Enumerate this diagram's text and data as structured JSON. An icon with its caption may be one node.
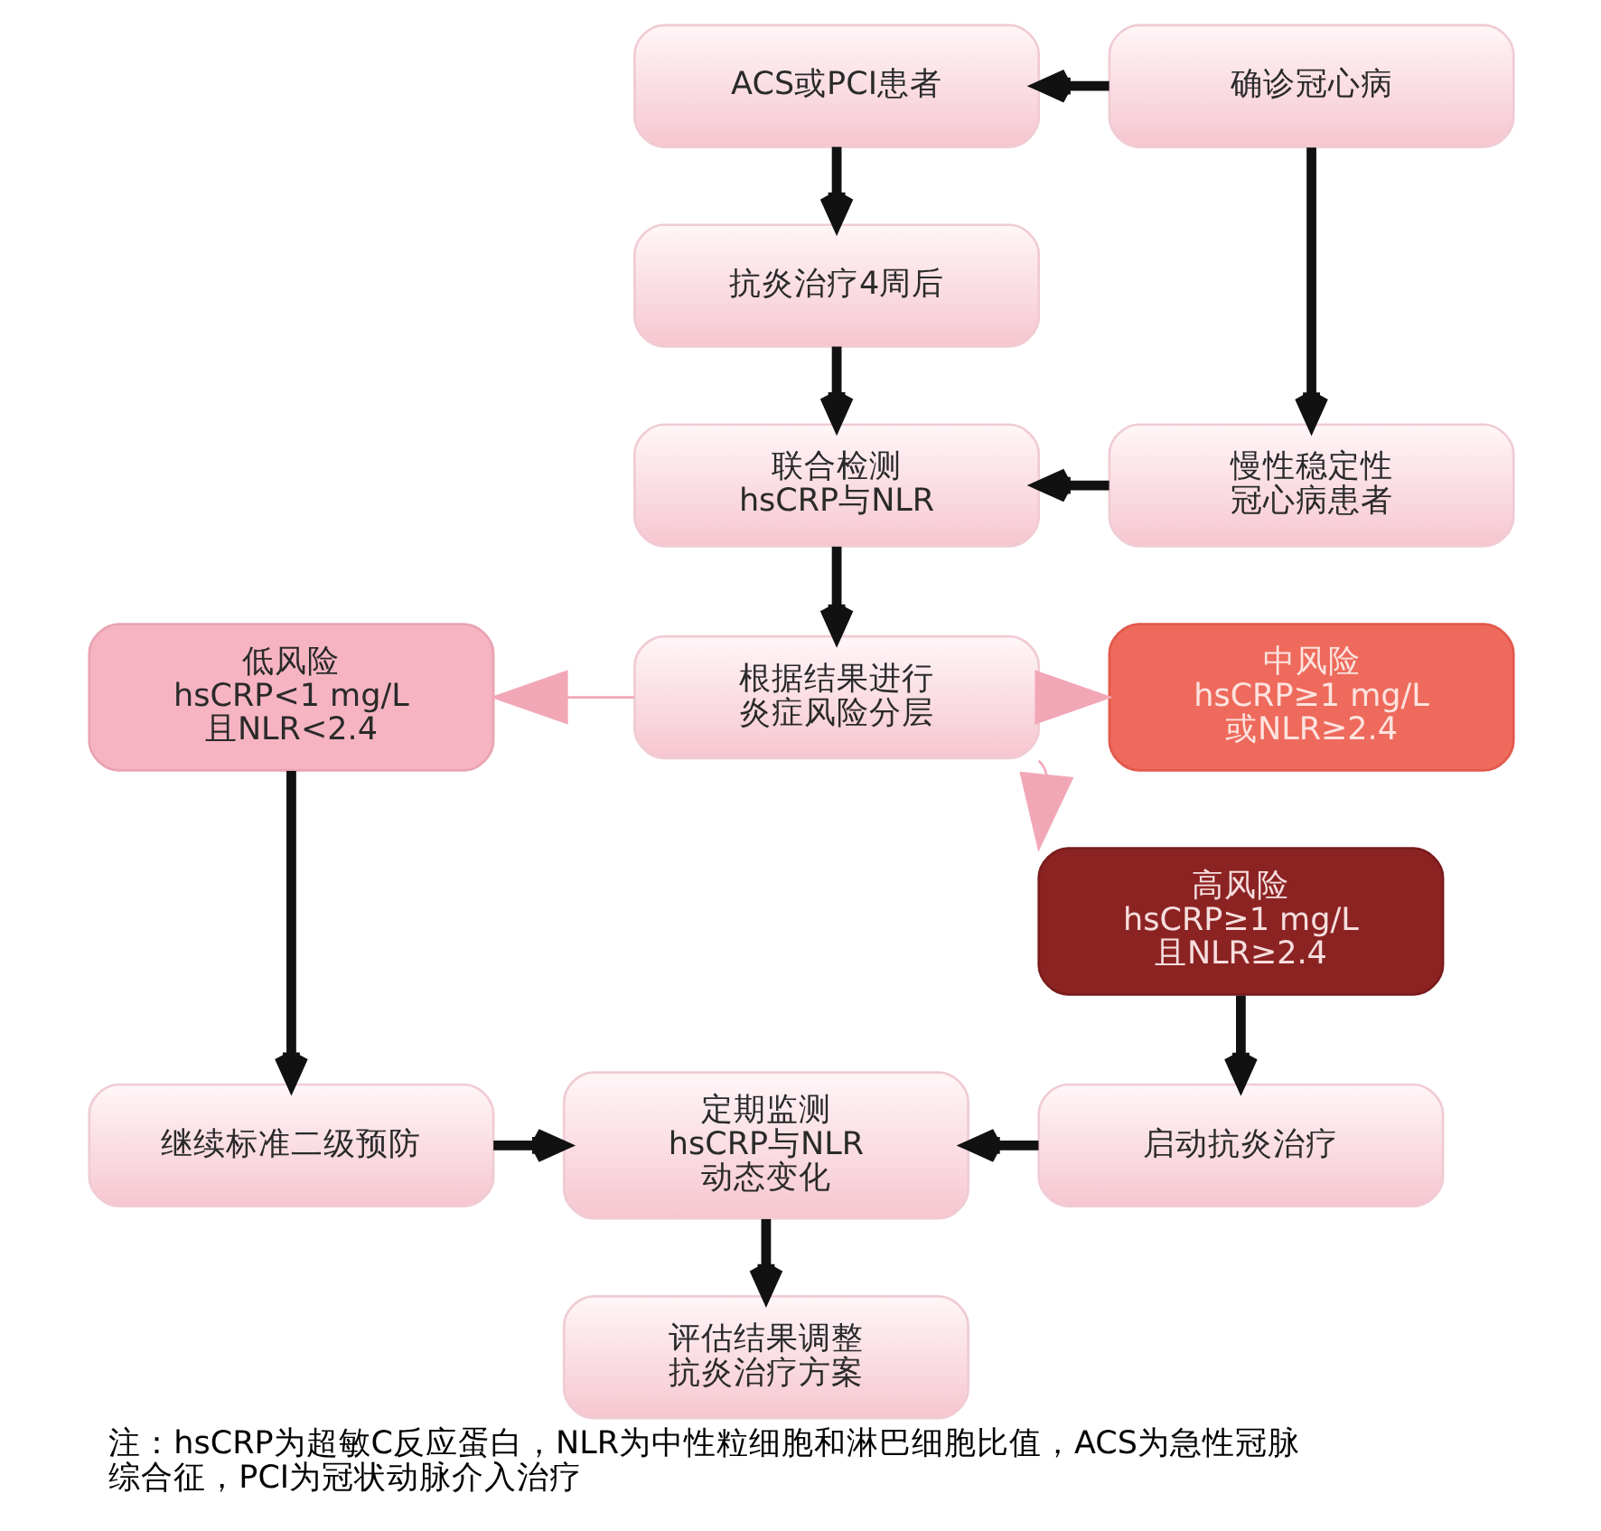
{
  "diagram": {
    "caption": "注：hsCRP为超敏C反应蛋白，NLR为中性粒细胞和淋巴细胞比值，ACS为急性冠脉综合征，PCI为冠状动脉介入治疗",
    "nodes": [
      {
        "text": [
          "ACS或PCI患者"
        ]
      },
      {
        "text": [
          "确诊冠心病"
        ]
      },
      {
        "text": [
          "抗炎治疗4周后"
        ]
      },
      {
        "text": [
          "慢性稳定性冠心病患者"
        ]
      },
      {
        "text": [
          "联合检测",
          "hsCRP与NLR"
        ]
      },
      {
        "text": [
          "低风险",
          "hsCRP<1 mg/L",
          "且NLR<2.4"
        ]
      },
      {
        "text": [
          "根据结果进行炎症风险分层"
        ]
      },
      {
        "text": [
          "中风险",
          "hsCRP≥1 mg/L",
          "或NLR≥2.4"
        ]
      },
      {
        "text": [
          "高风险",
          "hsCRP≥1 mg/L",
          "且NLR≥2.4"
        ]
      },
      {
        "text": [
          "继续标准二级预防"
        ]
      },
      {
        "text": [
          "定期监测",
          "hsCRP与NLR",
          "动态变化"
        ]
      },
      {
        "text": [
          "启动抗炎治疗"
        ]
      },
      {
        "text": [
          "评估结果调整抗炎治疗方案"
        ]
      }
    ],
    "edges": [
      {
        "from": 1,
        "to": 0,
        "arrow": "to"
      },
      {
        "from": 0,
        "to": 2,
        "arrow": "to"
      },
      {
        "from": 2,
        "to": 4,
        "arrow": "to"
      },
      {
        "from": 1,
        "to": 3,
        "arrow": "to"
      },
      {
        "from": 3,
        "to": 4,
        "arrow": "to"
      },
      {
        "from": 4,
        "to": 6,
        "arrow": "to"
      },
      {
        "from": 6,
        "to": 5,
        "arrow": "to",
        "color": "#f2a7b7"
      },
      {
        "from": 6,
        "to": 7,
        "arrow": "to",
        "color": "#f2a7b7"
      },
      {
        "from": 6,
        "to": 8,
        "arrow": "to",
        "color": "#f2a7b7"
      },
      {
        "from": 5,
        "to": 9,
        "arrow": "to"
      },
      {
        "from": 8,
        "to": 11,
        "arrow": "to"
      },
      {
        "from": 9,
        "to": 10,
        "arrow": "to"
      },
      {
        "from": 11,
        "to": 10,
        "arrow": "to"
      },
      {
        "from": 10,
        "to": 12,
        "arrow": "to"
      }
    ]
  }
}
